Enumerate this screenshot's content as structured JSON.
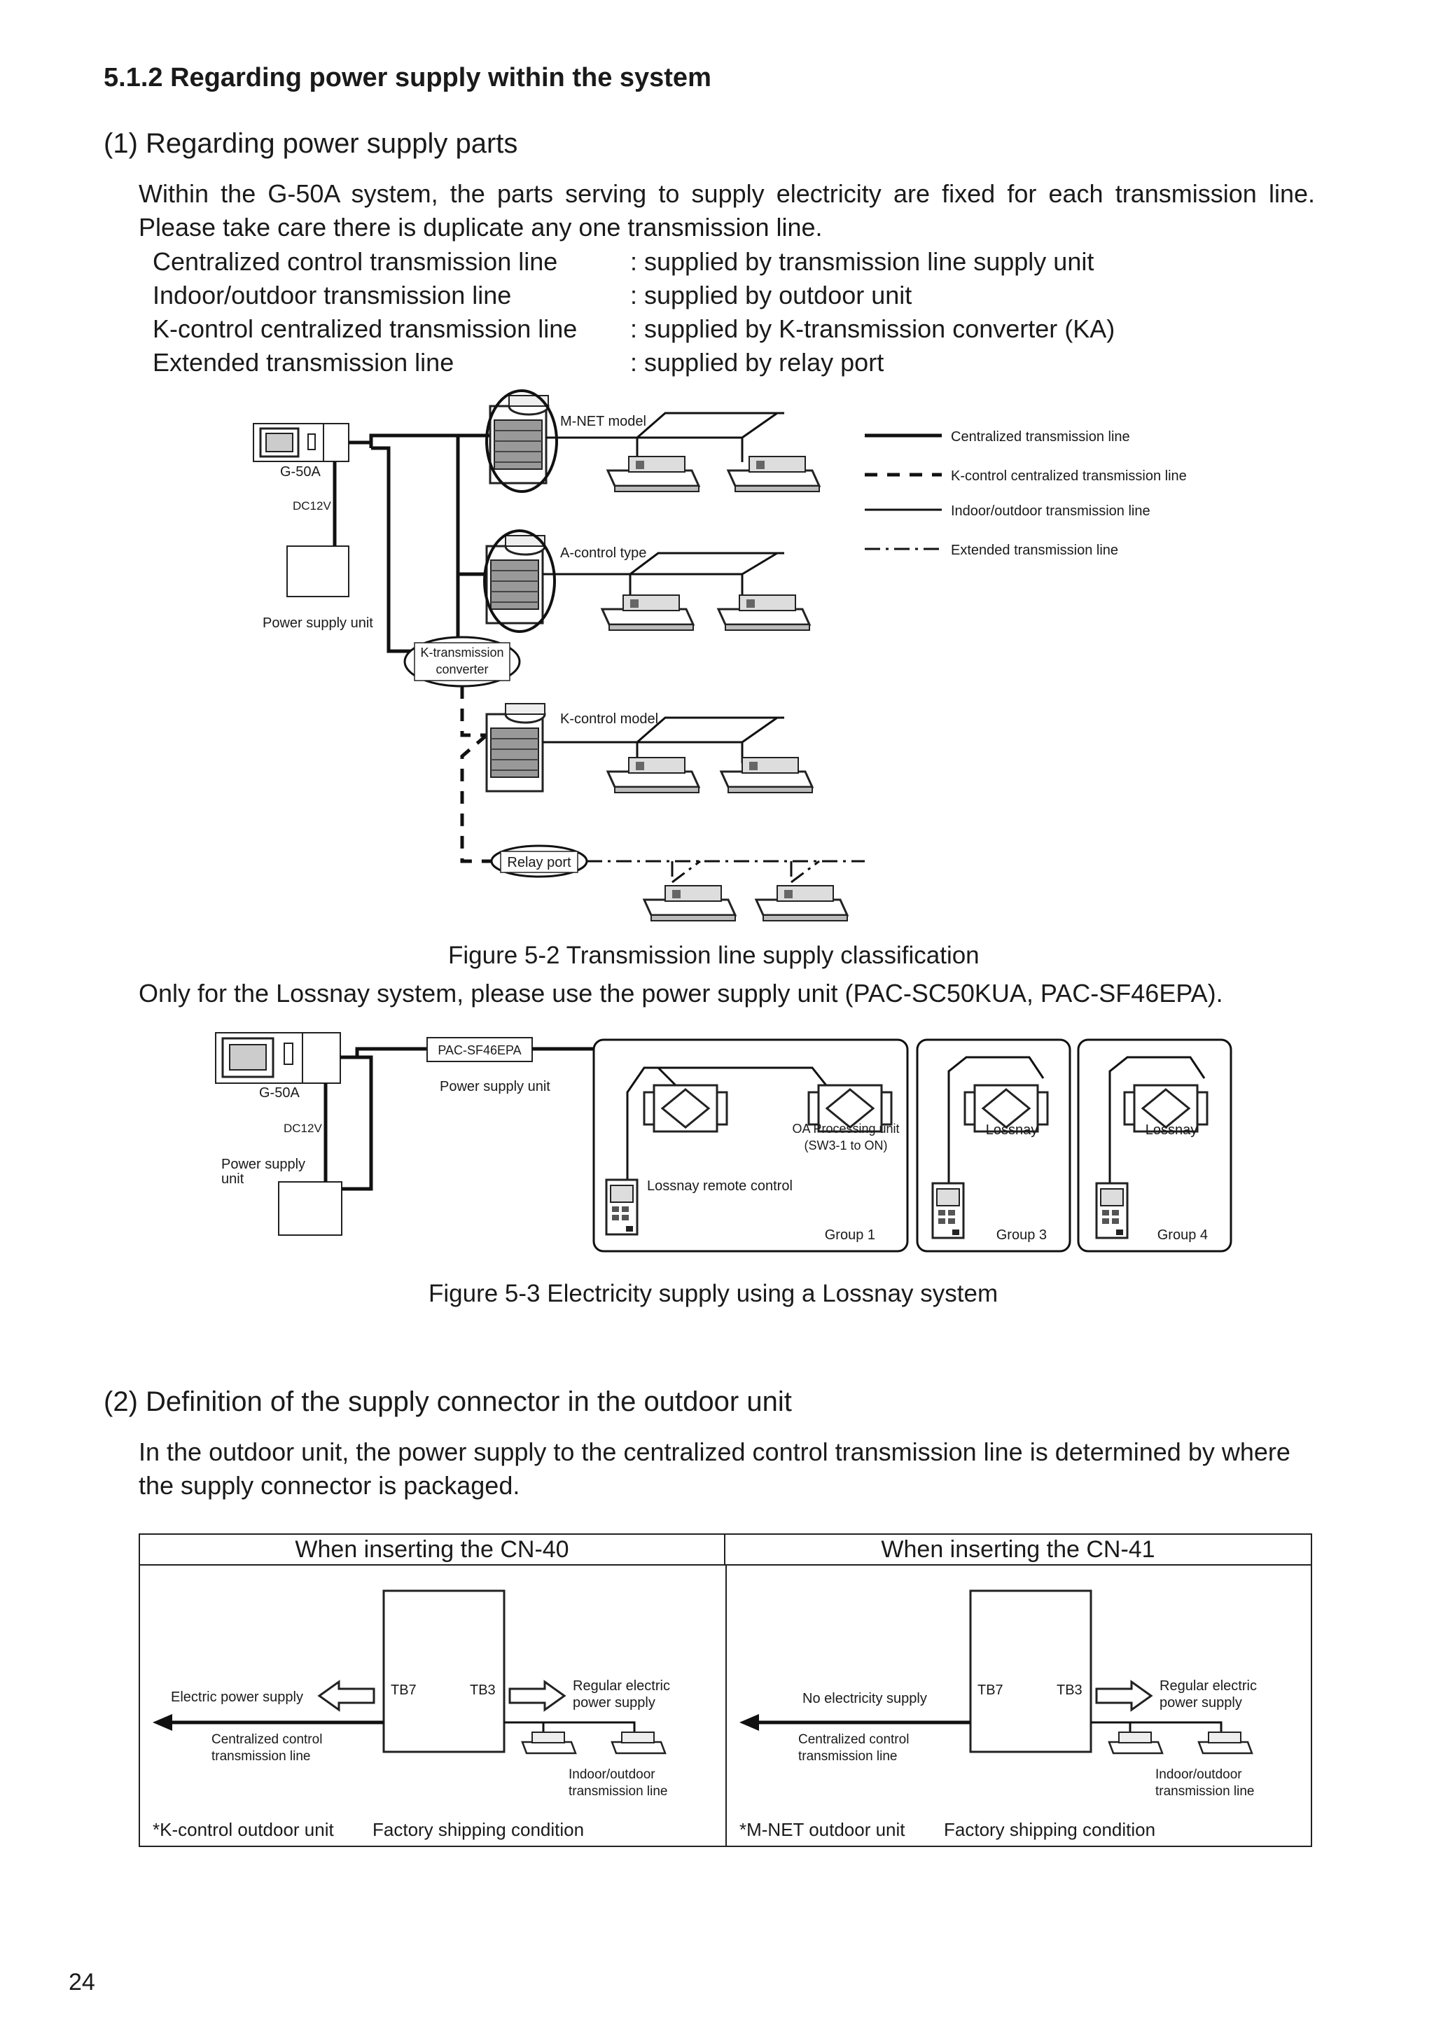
{
  "section": {
    "title": "5.1.2 Regarding power supply within the system"
  },
  "part1": {
    "heading": "(1) Regarding power supply parts",
    "para_line1": "Within the G-50A system, the parts serving to supply electricity are fixed for each transmission line.",
    "para_line2": "Please take care there is duplicate any one transmission line.",
    "lines": [
      {
        "name": "Centralized control transmission line",
        "supply": ": supplied by transmission line supply unit"
      },
      {
        "name": "Indoor/outdoor transmission line",
        "supply": ": supplied by outdoor unit"
      },
      {
        "name": "K-control centralized transmission line",
        "supply": ": supplied by K-transmission converter (KA)"
      },
      {
        "name": "Extended transmission line",
        "supply": ": supplied by relay port"
      }
    ]
  },
  "fig2": {
    "labels": {
      "g50a": "G-50A",
      "dc12v": "DC12V",
      "psu": "Power supply unit",
      "mnet": "M-NET model",
      "acontrol": "A-control type",
      "kconv1": "K-transmission",
      "kconv2": "converter",
      "kcontrol": "K-control model",
      "relay": "Relay port"
    },
    "legend": [
      "Centralized transmission line",
      "K-control centralized transmission line",
      "Indoor/outdoor transmission line",
      "Extended transmission line"
    ],
    "caption": "Figure 5-2 Transmission line supply classification"
  },
  "lossnay_note": "Only for the Lossnay system, please use the power supply unit (PAC-SC50KUA, PAC-SF46EPA).",
  "fig3": {
    "labels": {
      "g50a": "G-50A",
      "dc12v": "DC12V",
      "psu1": "Power supply",
      "psu2": "unit",
      "pac": "PAC-SF46EPA",
      "pac_sub": "Power supply unit",
      "oa1": "OA Processing unit",
      "oa2": "(SW3-1 to ON)",
      "lossnay_a": "Lossnay",
      "lossnay_b": "Lossnay",
      "remote": "Lossnay remote control",
      "group1": "Group 1",
      "group3": "Group 3",
      "group4": "Group 4"
    },
    "caption": "Figure 5-3 Electricity supply using a Lossnay system"
  },
  "part2": {
    "heading": "(2) Definition of the supply connector in the outdoor unit",
    "para_line1": "In the outdoor unit, the power supply to the centralized control transmission line is determined by where",
    "para_line2": "the supply connector is packaged."
  },
  "cn_table": {
    "left": {
      "header": "When inserting the CN-40",
      "supply": "Electric power supply",
      "tb7": "TB7",
      "tb3": "TB3",
      "regular1": "Regular electric",
      "regular2": "power supply",
      "central1": "Centralized control",
      "central2": "transmission line",
      "io1": "Indoor/outdoor",
      "io2": "transmission line",
      "note": "*K-control outdoor unit",
      "factory": "Factory shipping condition"
    },
    "right": {
      "header": "When inserting the CN-41",
      "supply": "No electricity supply",
      "tb7": "TB7",
      "tb3": "TB3",
      "regular1": "Regular electric",
      "regular2": "power supply",
      "central1": "Centralized control",
      "central2": "transmission line",
      "io1": "Indoor/outdoor",
      "io2": "transmission line",
      "note": "*M-NET outdoor unit",
      "factory": "Factory shipping condition"
    }
  },
  "page_number": "24"
}
